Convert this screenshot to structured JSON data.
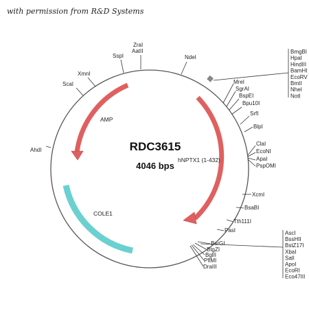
{
  "credit": "with permission from R&D Systems",
  "plasmid": {
    "name": "RDC3615",
    "size": "4046 bps"
  },
  "features": {
    "amp": "AMP",
    "cole1": "COLE1",
    "insert": "hNPTX1 (1-432)"
  },
  "colors": {
    "arrow": "#e06060",
    "cole1": "#6ad0d0",
    "circle": "#555555"
  },
  "sites": {
    "zral": "ZraI",
    "aatii": "AatII",
    "sspi": "SspI",
    "ndei": "NdeI",
    "xmni": "XmnI",
    "scai": "ScaI",
    "ahdi": "AhdI",
    "mrei": "MreI",
    "sgrai": "SgrAI",
    "bspei": "BspEI",
    "bpu10i": "Bpu10I",
    "srfi": "SrfI",
    "blpi": "BlpI",
    "clai": "ClaI",
    "econi": "EcoNI",
    "apai": "ApaI",
    "pspomi": "PspOMI",
    "xcmi": "XcmI",
    "bsabi": "BsaBI",
    "tth111i": "Tth111I",
    "pasi": "PasI",
    "bsrgi": "BsrGI",
    "btgzi": "BtgZI",
    "bglii": "BglII",
    "pflmi": "PflMI",
    "dralii": "DraIII"
  },
  "stack_top": [
    "BmgBI",
    "HpaI",
    "HindIII",
    "BamHI",
    "EcoRV",
    "BmtI",
    "NheI",
    "NotI"
  ],
  "stack_bottom": [
    "AscI",
    "BssHII",
    "BstZ17I",
    "XbaI",
    "SalI",
    "ApoI",
    "EcoRI",
    "Eco47III"
  ]
}
